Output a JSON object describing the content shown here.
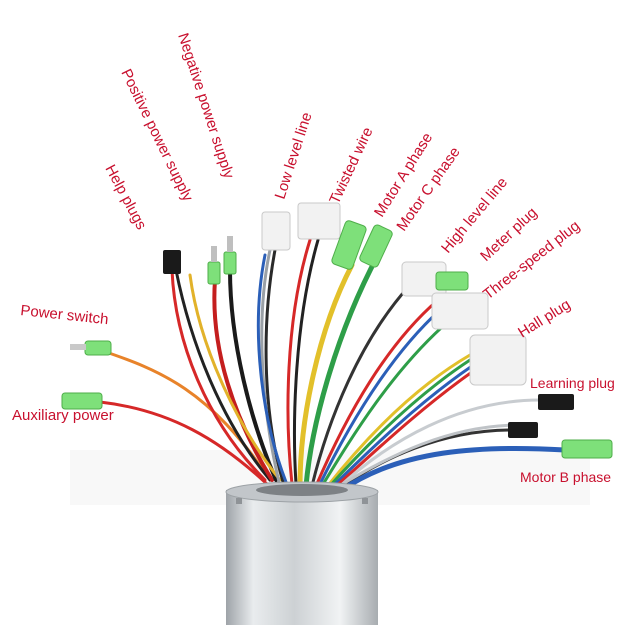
{
  "labels": {
    "negative_power": "Negative power supply",
    "positive_power": "Positive power supply",
    "help_plugs": "Help plugs",
    "low_level": "Low level line",
    "twisted": "Twisted wire",
    "motor_a": "Motor A phase",
    "motor_c": "Motor C phase",
    "high_level": "High level line",
    "meter_plug": "Meter plug",
    "three_speed": "Three-speed plug",
    "hall_plug": "Hall plug",
    "learning_plug": "Learning plug",
    "motor_b": "Motor B phase",
    "power_switch": "Power switch",
    "auxiliary_power": "Auxiliary power"
  },
  "colors": {
    "label": "#c8102e",
    "connector_green": "#7ee07a",
    "connector_white": "#f2f2f2",
    "connector_black": "#1a1a1a",
    "controller_body": "#d6d9dc"
  }
}
